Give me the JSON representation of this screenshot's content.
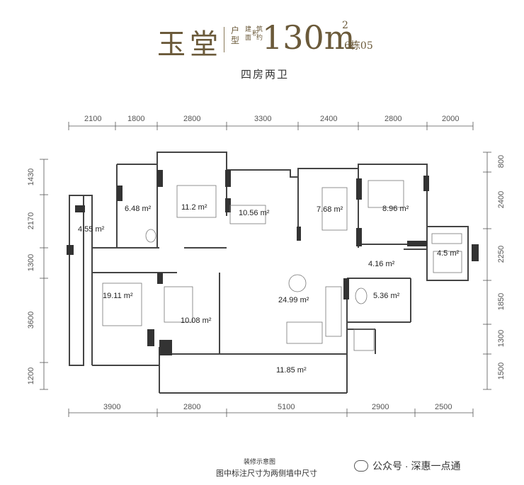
{
  "header": {
    "name": "玉堂",
    "type_label": "户型",
    "area_label_col1": "建面",
    "area_label_col2": "积",
    "area_label_col3": "筑约",
    "area_value": "130m",
    "area_unit_sup": "2",
    "unit_code": "6栋05",
    "subtitle": "四房两卫"
  },
  "dimensions": {
    "top": [
      "2100",
      "1800",
      "2800",
      "3300",
      "2400",
      "2800",
      "2000"
    ],
    "bottom": [
      "3900",
      "2800",
      "5100",
      "2900",
      "2500"
    ],
    "left": [
      "1430",
      "2170",
      "1300",
      "3600",
      "1200"
    ],
    "right": [
      "800",
      "2400",
      "2250",
      "1850",
      "1300",
      "1500"
    ]
  },
  "rooms": [
    {
      "area": "6.48"
    },
    {
      "area": "11.2"
    },
    {
      "area": "10.56"
    },
    {
      "area": "7.68"
    },
    {
      "area": "8.96"
    },
    {
      "area": "4.55"
    },
    {
      "area": "4.16"
    },
    {
      "area": "4.5"
    },
    {
      "area": "19.11"
    },
    {
      "area": "10.08"
    },
    {
      "area": "24.99"
    },
    {
      "area": "5.36"
    },
    {
      "area": "11.85"
    }
  ],
  "room_unit": "m²",
  "caption": {
    "line1": "装修示意图",
    "line2": "图中标注尺寸为两侧墙中尺寸"
  },
  "watermark": {
    "text": "公众号 · 深惠一点通"
  }
}
